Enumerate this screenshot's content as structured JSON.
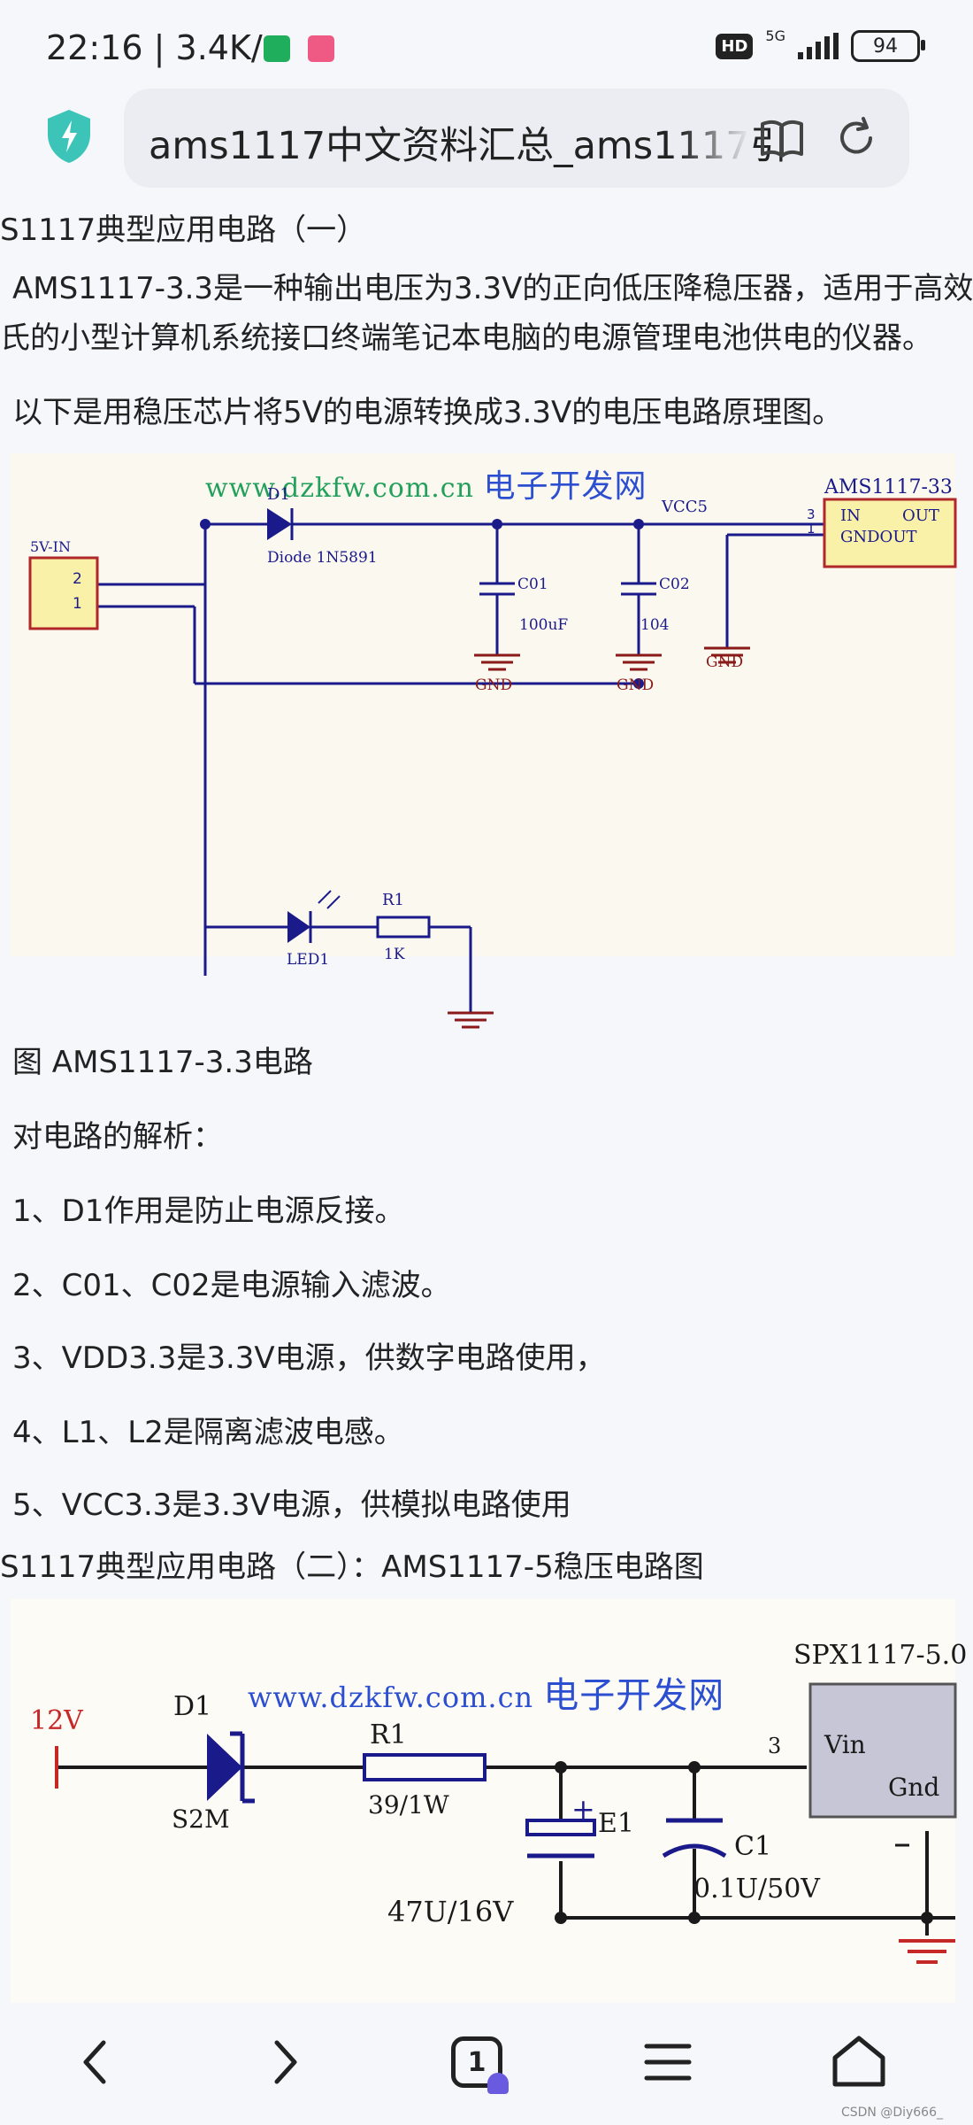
{
  "status": {
    "time": "22:16",
    "speed": "3.4K/s",
    "hd": "HD",
    "network": "5G",
    "battery": "94"
  },
  "browser": {
    "url": "ams1117中文资料汇总_ams1117引",
    "tab_count": "1"
  },
  "article": {
    "heading1": "S1117典型应用电路（一）",
    "para1_line1": "AMS1117-3.3是一种输出电压为3.3V的正向低压降稳压器，适用于高效",
    "para1_line2": "氏的小型计算机系统接口终端笔记本电脑的电源管理电池供电的仪器。",
    "para2": "以下是用稳压芯片将5V的电源转换成3.3V的电压电路原理图。",
    "fig_caption": "图 AMS1117-3.3电路",
    "analysis_title": "对电路的解析：",
    "items": [
      "1、D1作用是防止电源反接。",
      "2、C01、C02是电源输入滤波。",
      "3、VDD3.3是3.3V电源，供数字电路使用，",
      "4、L1、L2是隔离滤波电感。",
      "5、VCC3.3是3.3V电源，供模拟电路使用"
    ],
    "heading2": "S1117典型应用电路（二）：AMS1117-5稳压电路图"
  },
  "diagram1": {
    "watermark": "www.dzkfw.com.cn",
    "watermark_cn": "电子开发网",
    "conn_label": "5V-IN",
    "pin2": "2",
    "pin1": "1",
    "d1": "D1",
    "diode": "Diode 1N5891",
    "vcc": "VCC5",
    "chip": "AMS1117-33",
    "chip_in": "IN",
    "chip_out": "OUT",
    "chip_gnd": "GNDOUT",
    "chip_pin3": "3",
    "chip_pin1": "1",
    "c01": "C01",
    "c01_val": "100uF",
    "c02": "C02",
    "c02_val": "104",
    "gnd": "GND",
    "led": "LED1",
    "r1": "R1",
    "r1_val": "1K"
  },
  "diagram2": {
    "watermark": "www.dzkfw.com.cn",
    "watermark_cn": "电子开发网",
    "chip": "SPX1117-5.0",
    "v12": "12V",
    "d1": "D1",
    "d1_val": "S2M",
    "r1": "R1",
    "r1_val": "39/1W",
    "e1": "E1",
    "e1_val": "47U/16V",
    "c1": "C1",
    "c1_val": "0.1U/50V",
    "pin3": "3",
    "vin": "Vin",
    "gnd": "Gnd"
  },
  "footer": {
    "credit": "CSDN @Diy666_"
  }
}
